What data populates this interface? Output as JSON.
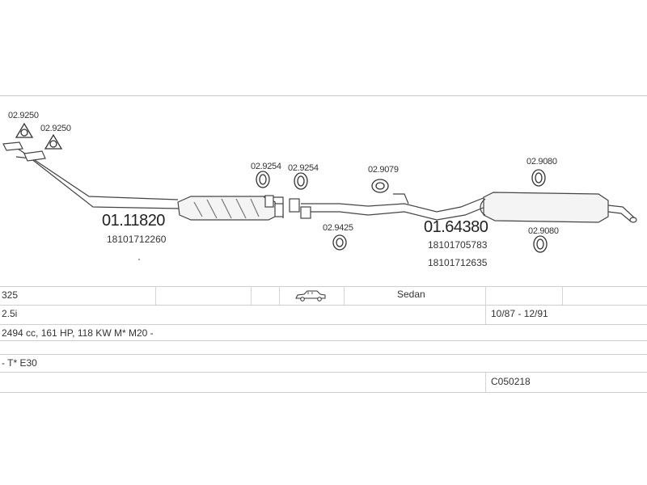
{
  "diagram": {
    "clamp_codes": {
      "a": "02.9250",
      "b": "02.9250",
      "c": "02.9254",
      "d": "02.9254",
      "e": "02.9079",
      "f": "02.9425",
      "g": "02.9080",
      "h": "02.9080"
    },
    "parts": [
      {
        "code": "01.11820",
        "oem": [
          "18101712260"
        ]
      },
      {
        "code": "01.64380",
        "oem": [
          "18101705783",
          "18101712635"
        ]
      }
    ]
  },
  "table": {
    "model": "325",
    "body_type": "Sedan",
    "car_icon": "sedan-car-icon",
    "engine": "2.5i",
    "years": "10/87 - 12/91",
    "spec": "2494 cc, 161 HP, 118 KW M* M20 -",
    "series": "- T* E30",
    "ref": "C050218"
  }
}
